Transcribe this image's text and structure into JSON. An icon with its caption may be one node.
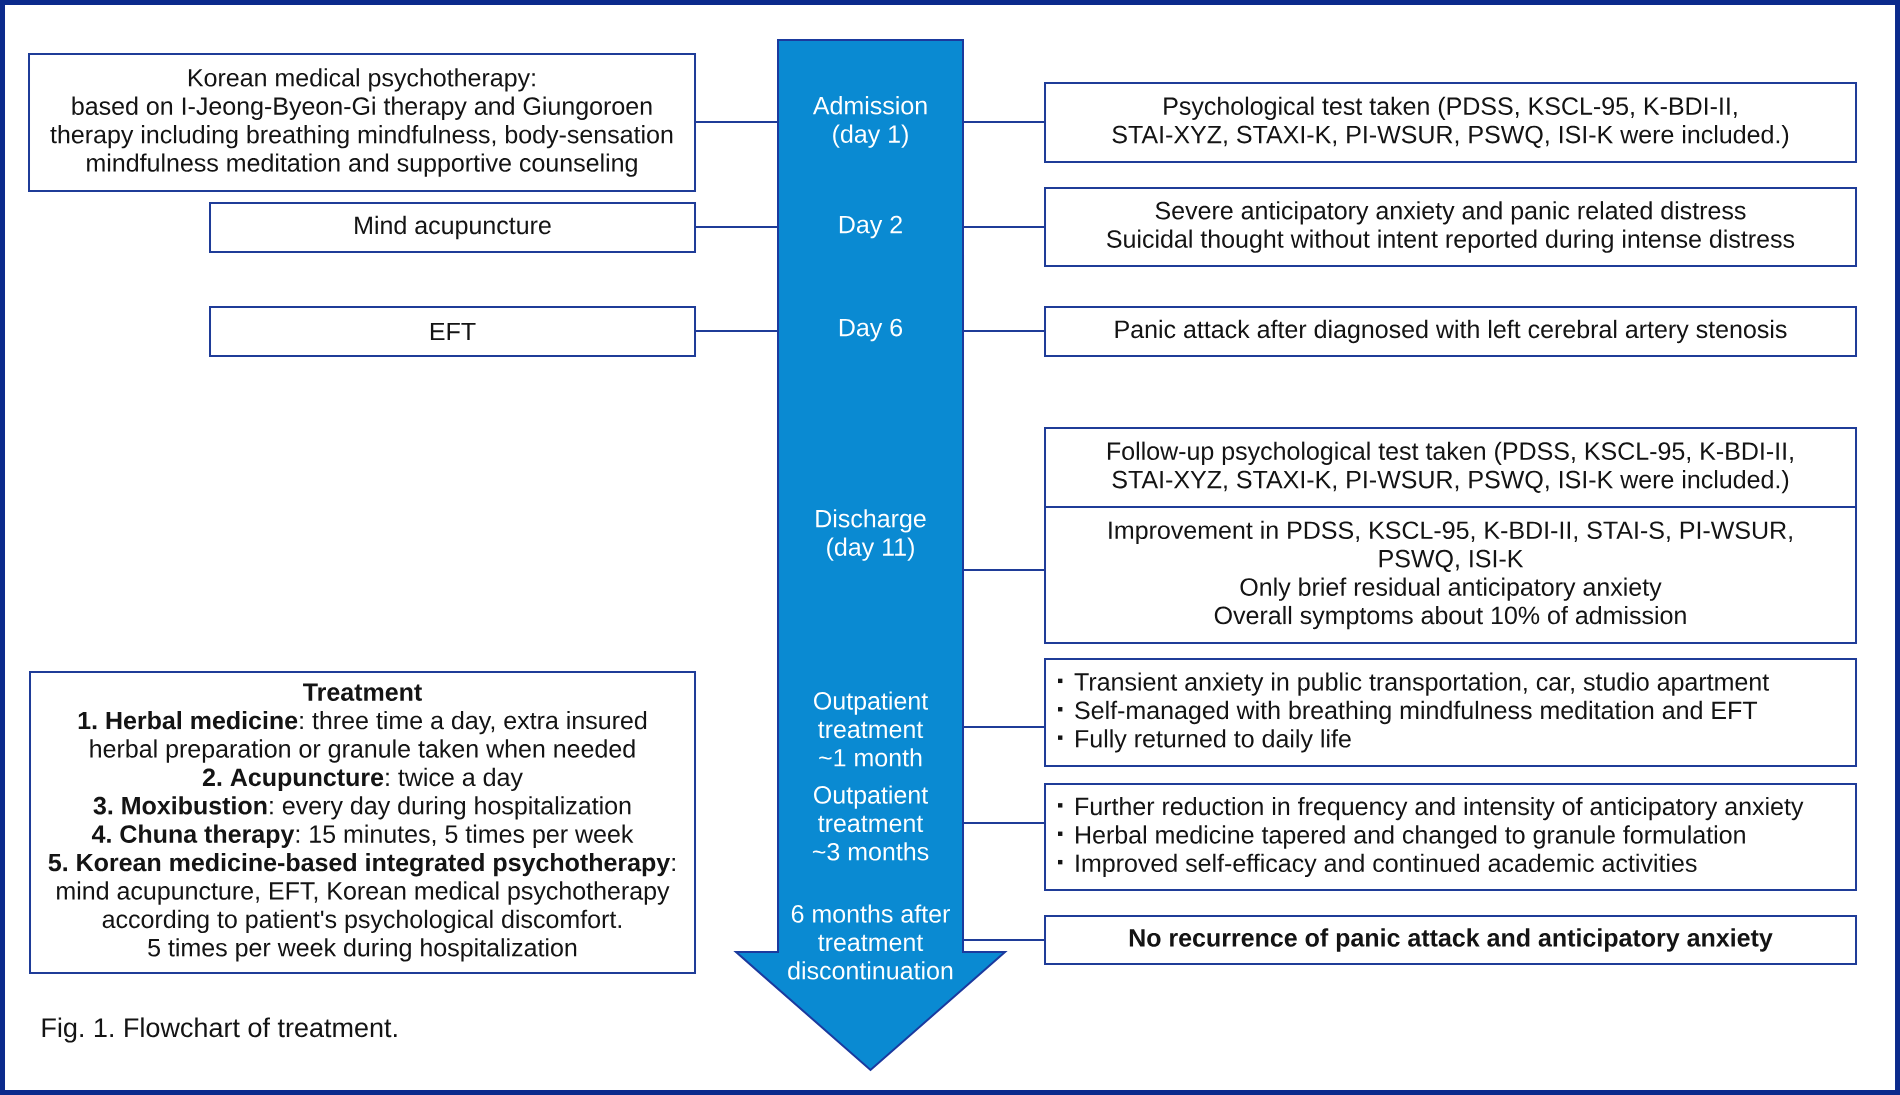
{
  "diagram": {
    "caption": "Fig. 1. Flowchart of treatment.",
    "nodes": [
      {
        "text": [],
        "shape": "arrow"
      },
      {
        "text": [
          "Admission (day 1)"
        ],
        "in": 0
      },
      {
        "text": [
          "Day 2"
        ],
        "in": 0
      },
      {
        "text": [
          "Day 6"
        ],
        "in": 0
      },
      {
        "text": [
          "Discharge (day 11)"
        ],
        "in": 0
      },
      {
        "text": [
          "Outpatient treatment ~1 month"
        ],
        "in": 0
      },
      {
        "text": [
          "Outpatient treatment ~3 months"
        ],
        "in": 0
      },
      {
        "text": [
          "6 months after treatment discontinuation"
        ],
        "in": 0
      },
      {
        "text": [
          "Korean medical psychotherapy:",
          "based on I-Jeong-Byeon-Gi therapy and Giungoroen therapy including breathing mindfulness, body-sensation mindfulness meditation and supportive counseling"
        ]
      },
      {
        "text": [
          "Mind acupuncture"
        ]
      },
      {
        "text": [
          "EFT"
        ]
      },
      {
        "text": [
          "Psychological test taken (PDSS, KSCL-95, K-BDI-II, STAI-XYZ, STAXI-K, PI-WSUR, PSWQ, ISI-K were included.)"
        ]
      },
      {
        "text": [
          "Severe anticipatory anxiety and panic related distress",
          "Suicidal thought without intent reported during intense distress"
        ]
      },
      {
        "text": [
          "Panic attack after diagnosed with left cerebral artery stenosis"
        ]
      },
      {
        "text": [
          "Follow-up psychological test taken (PDSS, KSCL-95, K-BDI-II, STAI-XYZ, STAXI-K, PI-WSUR, PSWQ, ISI-K were included.)"
        ]
      },
      {
        "text": [
          "Improvement in PDSS, KSCL-95, K-BDI-II, STAI-S, PI-WSUR, PSWQ, ISI-K",
          "Only brief residual anticipatory anxiety",
          "Overall symptoms about 10% of admission"
        ]
      },
      {
        "text": [
          "Transient anxiety in public transportation, car, studio apartment",
          "Self-managed with breathing mindfulness meditation and EFT",
          "Fully returned to daily life"
        ]
      },
      {
        "text": [
          "Further reduction in frequency and intensity of anticipatory anxiety",
          "Herbal medicine tapered and changed to granule formulation",
          "Improved self-efficacy and continued academic activities"
        ]
      },
      {
        "text": [
          "No recurrence of panic attack and anticipatory anxiety"
        ]
      },
      {
        "text": [
          "Treatment",
          "**1. Herbal medicine**: three time a day, extra insured herbal preparation or granule taken when needed",
          "**2. Acupuncture**: twice a day",
          "**3. Moxibustion**: every day during hospitalization",
          "**4. Chuna therapy**: 15 minutes, 5 times per week",
          "**5. Korean medicine-based integrated psychotherapy**: mind acupuncture, EFT, Korean medical psychotherapy according to patient's psychological discomfort.",
          "5 times per week during hospitalization"
        ]
      }
    ],
    "edges": [
      {
        "from": 1,
        "to": 8,
        "arrow": "none"
      },
      {
        "from": 1,
        "to": 11,
        "arrow": "none"
      },
      {
        "from": 2,
        "to": 9,
        "arrow": "none"
      },
      {
        "from": 2,
        "to": 12,
        "arrow": "none"
      },
      {
        "from": 3,
        "to": 10,
        "arrow": "none"
      },
      {
        "from": 3,
        "to": 13,
        "arrow": "none"
      },
      {
        "from": 4,
        "to": 15,
        "arrow": "none"
      },
      {
        "from": 5,
        "to": 16,
        "arrow": "none"
      },
      {
        "from": 6,
        "to": 17,
        "arrow": "none"
      },
      {
        "from": 7,
        "to": 18,
        "arrow": "none"
      }
    ]
  }
}
